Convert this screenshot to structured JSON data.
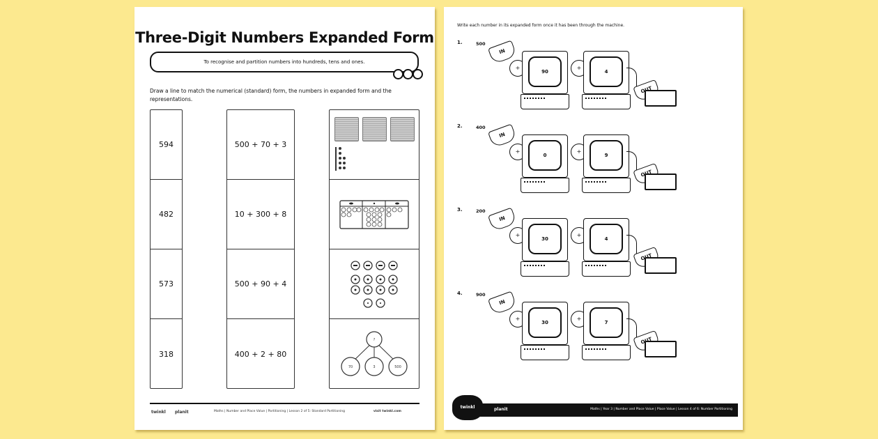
{
  "colors": {
    "background": "#fce98f",
    "page": "#ffffff",
    "ink": "#111111"
  },
  "left_page": {
    "title": "Three-Digit Numbers Expanded Form",
    "objective": "To recognise and partition numbers into hundreds, tens and ones.",
    "instruction": "Draw a line to match the numerical (standard) form, the numbers in expanded form and the representations.",
    "numerical_forms": [
      "594",
      "482",
      "573",
      "318"
    ],
    "expanded_forms": [
      "500 + 70 + 3",
      "10 + 300 + 8",
      "500 + 90 + 4",
      "400 + 2 + 80"
    ],
    "representations": [
      {
        "type": "base-ten-blocks",
        "hundreds": 3,
        "tens": 1,
        "ones": 8
      },
      {
        "type": "place-value-chart",
        "headers": [
          "H",
          "T",
          "O"
        ]
      },
      {
        "type": "place-value-counters",
        "counters": [
          "100",
          "100",
          "100",
          "100",
          "10",
          "10",
          "10",
          "10",
          "10",
          "10",
          "10",
          "10",
          "1",
          "1"
        ]
      },
      {
        "type": "part-whole-model",
        "whole": "?",
        "parts": [
          "70",
          "3",
          "500"
        ]
      }
    ],
    "footer": {
      "logo": "twinkl",
      "brand": "planit",
      "info": "Maths | Number and Place Value | Partitioning | Lesson 2 of 5: Standard Partitioning",
      "url": "visit twinkl.com"
    }
  },
  "right_page": {
    "instruction": "Write each number in its expanded form once it has been through the machine.",
    "funnel_label": "IN",
    "output_label": "OUT",
    "questions": [
      {
        "num": "1.",
        "input": "500",
        "screen1": "90",
        "screen2": "4",
        "op1": "+",
        "op2": "+"
      },
      {
        "num": "2.",
        "input": "400",
        "screen1": "0",
        "screen2": "9",
        "op1": "+",
        "op2": "+"
      },
      {
        "num": "3.",
        "input": "200",
        "screen1": "30",
        "screen2": "4",
        "op1": "+",
        "op2": "+"
      },
      {
        "num": "4.",
        "input": "900",
        "screen1": "30",
        "screen2": "7",
        "op1": "+",
        "op2": "+"
      }
    ],
    "footer": {
      "logo": "twinkl",
      "brand": "planit",
      "info": "Maths | Year 3 | Number and Place Value | Place Value | Lesson 4 of 6: Number Partitioning"
    }
  }
}
